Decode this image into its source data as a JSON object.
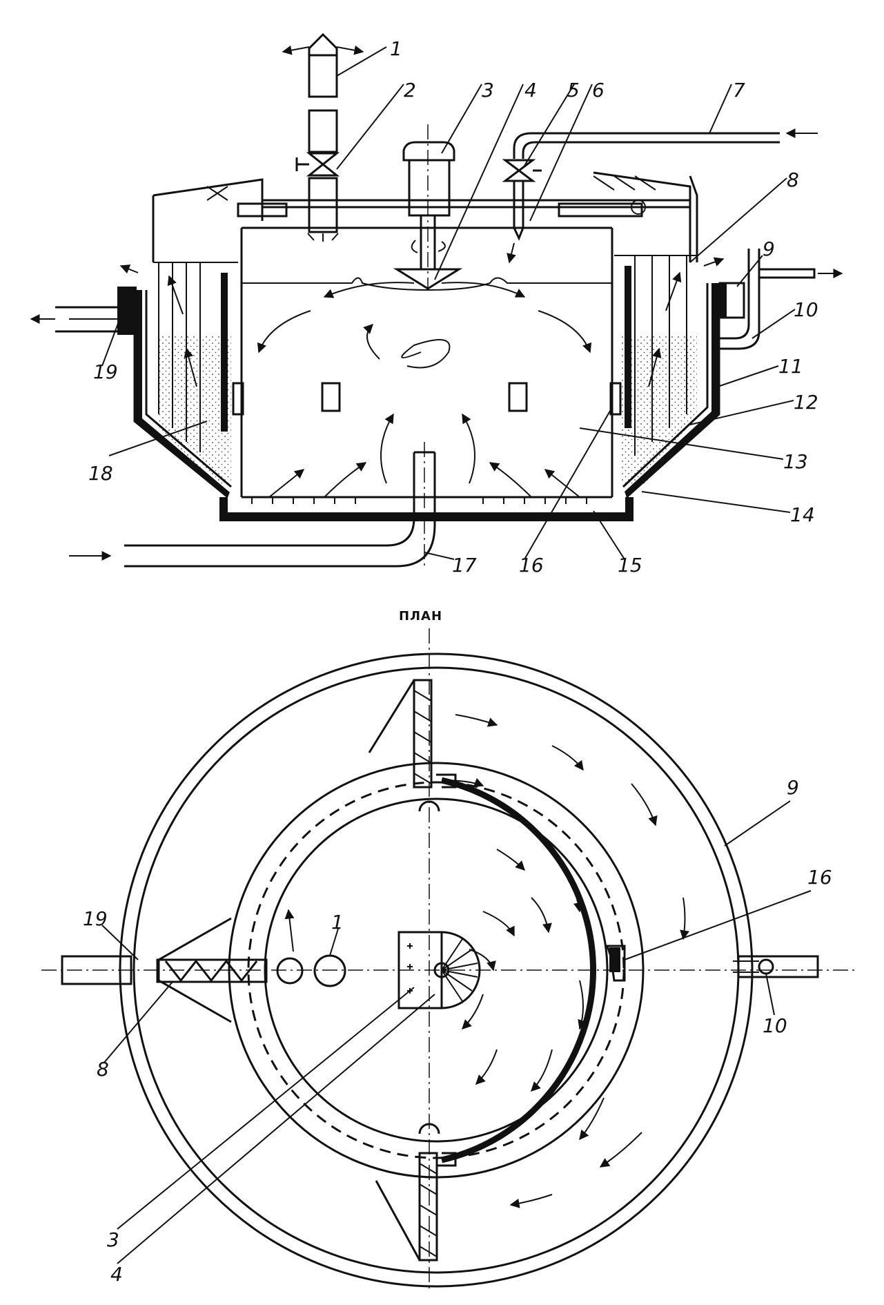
{
  "section_labels": [
    "1",
    "2",
    "3",
    "4",
    "5",
    "6",
    "7",
    "8",
    "9",
    "10",
    "11",
    "12",
    "13",
    "14",
    "15",
    "16",
    "17",
    "18",
    "19"
  ],
  "plan": {
    "title": "ПЛАН",
    "labels": [
      "1",
      "3",
      "4",
      "8",
      "9",
      "10",
      "16",
      "19"
    ]
  }
}
